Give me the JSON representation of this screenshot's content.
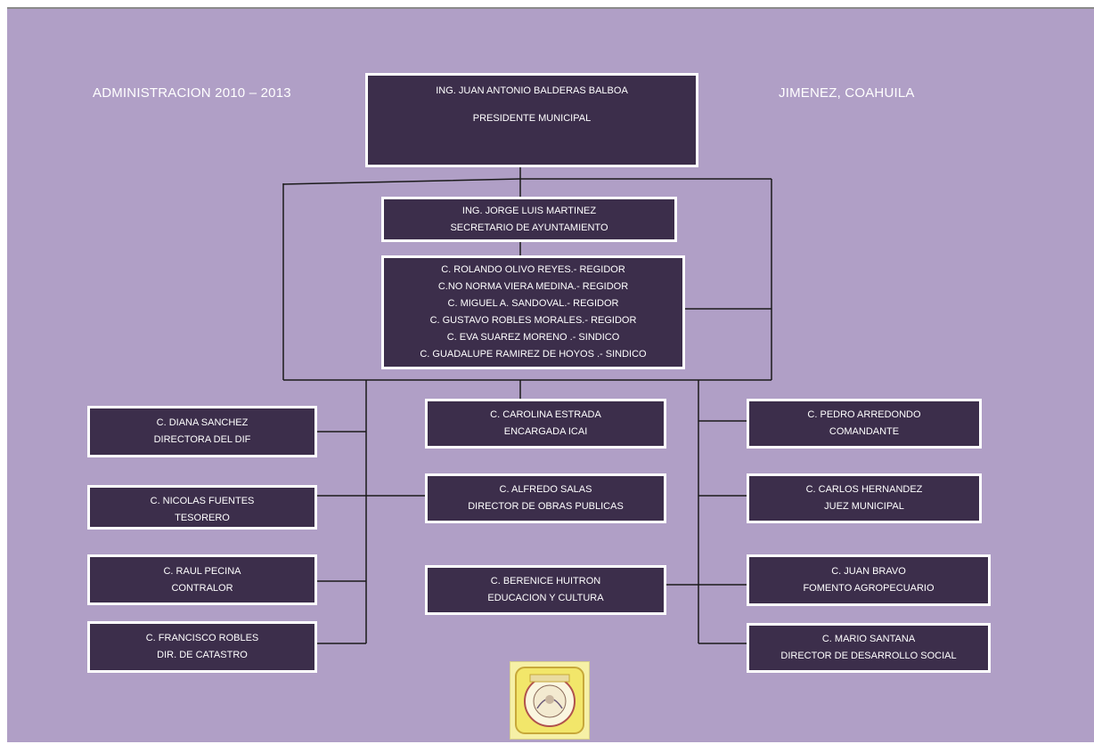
{
  "header": {
    "left": "ADMINISTRACION 2010 – 2013",
    "right": "JIMENEZ,  COAHUILA"
  },
  "nodes": {
    "president": {
      "name": "ING. JUAN ANTONIO BALDERAS BALBOA",
      "role": "PRESIDENTE MUNICIPAL"
    },
    "secretary": {
      "name": "ING. JORGE LUIS MARTINEZ",
      "role": "SECRETARIO DE AYUNTAMIENTO"
    },
    "council": [
      "C. ROLANDO OLIVO REYES.- REGIDOR",
      "C.NO NORMA VIERA MEDINA.- REGIDOR",
      "C. MIGUEL A. SANDOVAL.- REGIDOR",
      "C. GUSTAVO ROBLES MORALES.- REGIDOR",
      "C. EVA SUAREZ MORENO .- SINDICO",
      "C. GUADALUPE RAMIREZ DE HOYOS .- SINDICO"
    ],
    "dif": {
      "name": "C. DIANA SANCHEZ",
      "role": "DIRECTORA DEL DIF"
    },
    "tesorero": {
      "name": "C. NICOLAS FUENTES",
      "role": "TESORERO"
    },
    "contralor": {
      "name": "C. RAUL PECINA",
      "role": "CONTRALOR"
    },
    "catastro": {
      "name": "C. FRANCISCO ROBLES",
      "role": "DIR. DE CATASTRO"
    },
    "icai": {
      "name": "C. CAROLINA ESTRADA",
      "role": "ENCARGADA ICAI"
    },
    "obras": {
      "name": "C. ALFREDO SALAS",
      "role": "DIRECTOR DE OBRAS PUBLICAS"
    },
    "educacion": {
      "name": "C. BERENICE HUITRON",
      "role": "EDUCACION Y CULTURA"
    },
    "comandante": {
      "name": "C. PEDRO ARREDONDO",
      "role": "COMANDANTE"
    },
    "juez": {
      "name": "C. CARLOS HERNANDEZ",
      "role": "JUEZ MUNICIPAL"
    },
    "agro": {
      "name": "C. JUAN BRAVO",
      "role": "FOMENTO AGROPECUARIO"
    },
    "social": {
      "name": "C. MARIO SANTANA",
      "role": "DIRECTOR DE DESARROLLO SOCIAL"
    }
  },
  "colors": {
    "background": "#b09fc6",
    "box_fill": "#3c2e4b",
    "box_border": "#ffffff",
    "text": "#ffffff",
    "connector": "#1a1a1a"
  },
  "icons": {
    "seal": "municipal-seal-icon"
  }
}
